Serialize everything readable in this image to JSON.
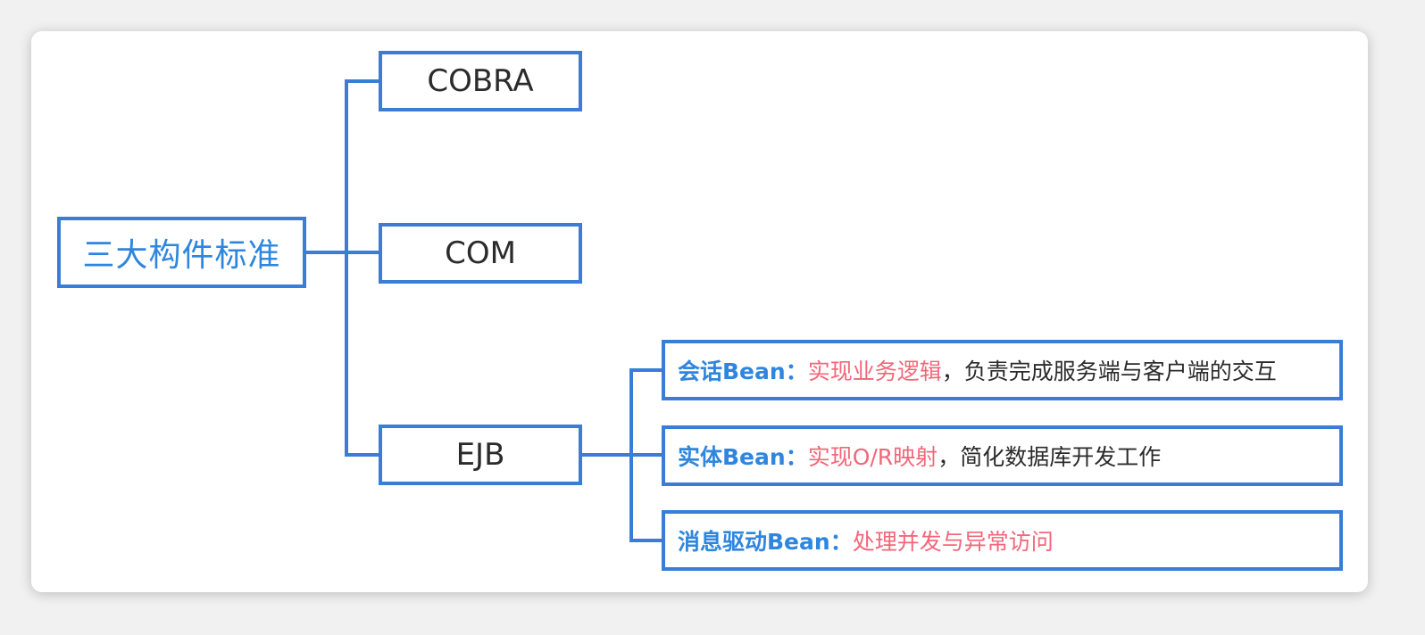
{
  "root": {
    "label": "三大构件标准"
  },
  "standards": [
    {
      "label": "COBRA"
    },
    {
      "label": "COM"
    },
    {
      "label": "EJB"
    }
  ],
  "ejb_types": [
    {
      "name": "会话Bean",
      "sep": "：",
      "highlight": "实现业务逻辑",
      "rest": "，负责完成服务端与客户端的交互"
    },
    {
      "name": "实体Bean",
      "sep": "：",
      "highlight": "实现O/R映射",
      "rest": "，简化数据库开发工作"
    },
    {
      "name": "消息驱动Bean",
      "sep": "：",
      "highlight": "处理并发与异常访问",
      "rest": ""
    }
  ],
  "colors": {
    "border": "#3a7dd6",
    "label_blue": "#2e86de",
    "highlight_red": "#f2677a",
    "text": "#2b2b2b"
  }
}
